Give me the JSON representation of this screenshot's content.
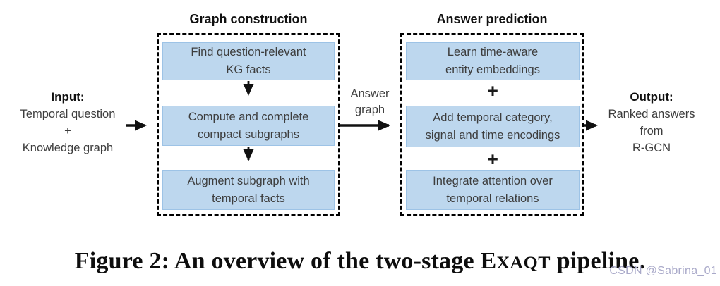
{
  "diagram": {
    "input": {
      "label": "Input:",
      "value": "Temporal question\n+\nKnowledge graph"
    },
    "graph_construction": {
      "title": "Graph construction",
      "steps": [
        "Find question-relevant\nKG facts",
        "Compute and complete\ncompact subgraphs",
        "Augment subgraph with\ntemporal facts"
      ]
    },
    "answer_graph_label": "Answer\ngraph",
    "answer_prediction": {
      "title": "Answer prediction",
      "steps": [
        "Learn time-aware\nentity embeddings",
        "Add temporal category,\nsignal and time encodings",
        "Integrate attention over\ntemporal relations"
      ],
      "plus": "+"
    },
    "output": {
      "label": "Output:",
      "value": "Ranked answers\nfrom\nR-GCN"
    },
    "colors": {
      "box_fill": "#bdd7ee",
      "box_border": "#9dc3e6",
      "diagram_text": "#3d3d3d",
      "arrow": "#111111",
      "watermark": "#a9a9c9"
    }
  },
  "caption": {
    "part1": "Figure 2: An overview of the two-stage E",
    "smallcaps": "XAQT",
    "part2": " pipeline."
  },
  "watermark": "CSDN @Sabrina_01"
}
